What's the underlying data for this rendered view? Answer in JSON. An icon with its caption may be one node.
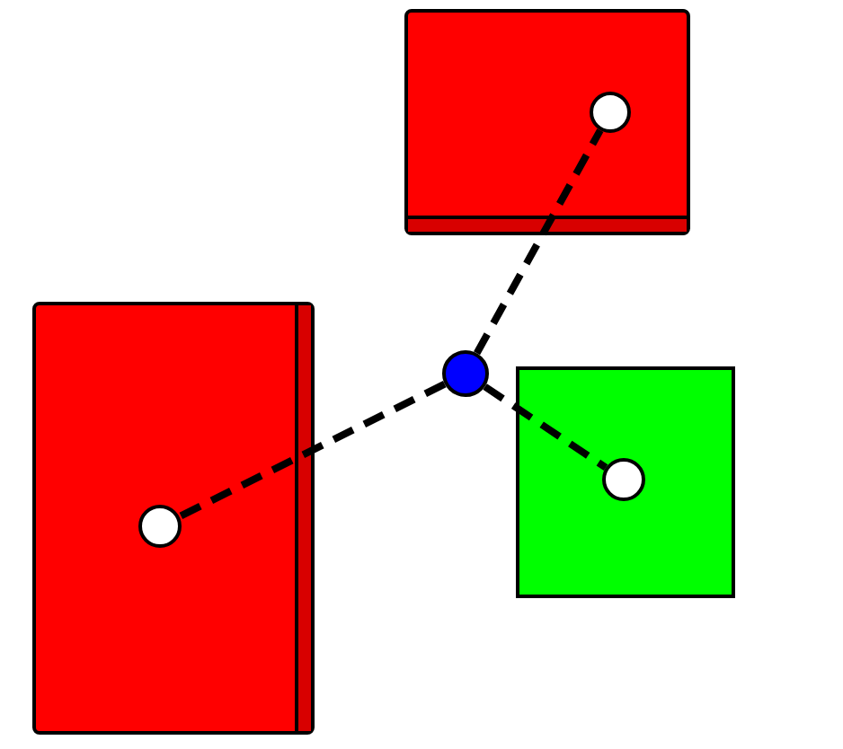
{
  "diagram": {
    "nodes": [
      {
        "text": [],
        "shape": "box"
      },
      {
        "text": [],
        "shape": "circle",
        "in": 0
      },
      {
        "text": [],
        "shape": "box"
      },
      {
        "text": [],
        "shape": "circle",
        "in": 2
      },
      {
        "text": [],
        "shape": "box"
      },
      {
        "text": [],
        "shape": "circle",
        "in": 4
      },
      {
        "text": [],
        "shape": "circle"
      }
    ],
    "edges": [
      {
        "from": 6,
        "to": 1,
        "arrow": "none",
        "style": "dashed"
      },
      {
        "from": 6,
        "to": 3,
        "arrow": "none",
        "style": "dashed"
      },
      {
        "from": 6,
        "to": 5,
        "arrow": "none",
        "style": "dashed"
      }
    ]
  }
}
